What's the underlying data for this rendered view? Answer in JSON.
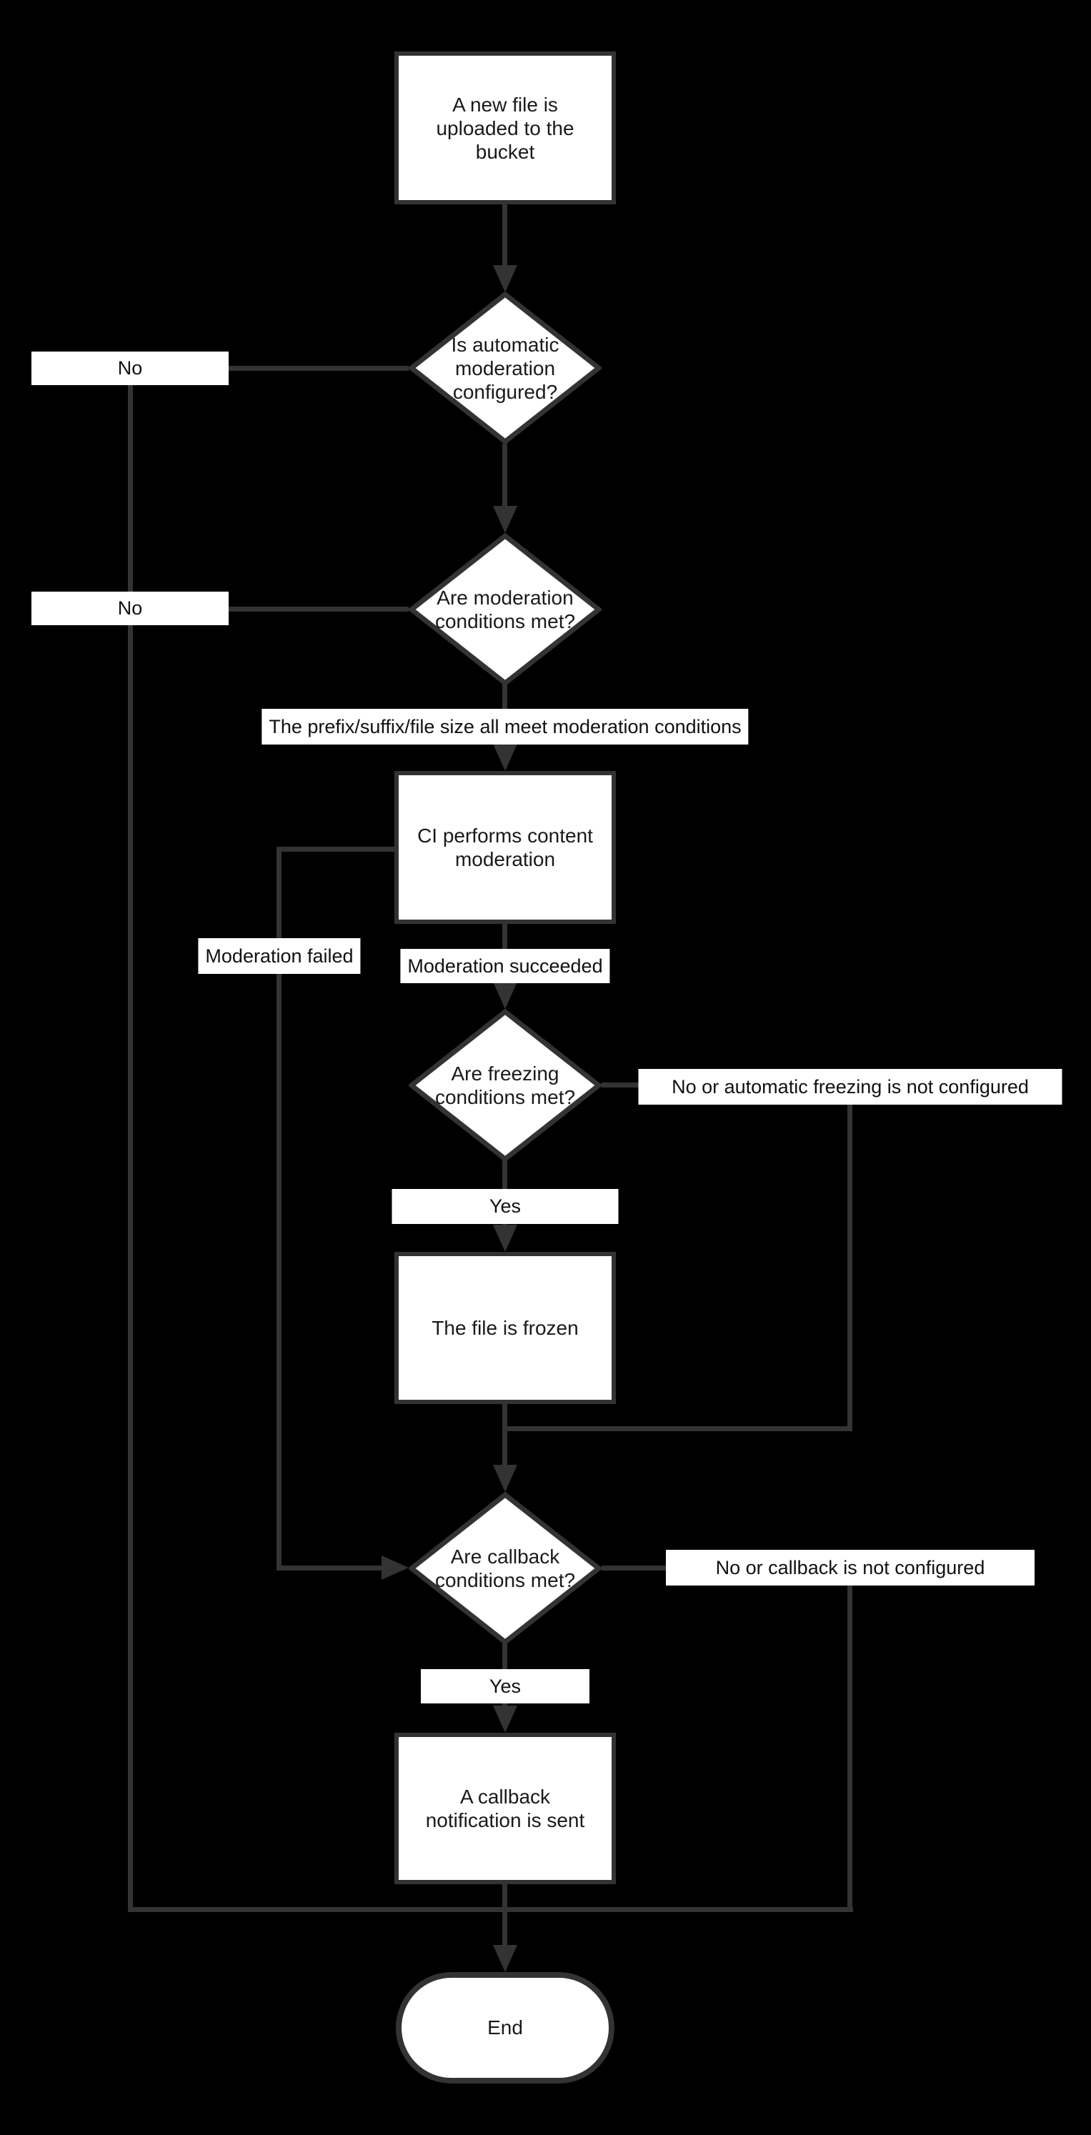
{
  "diagram": {
    "type": "flowchart",
    "background": "#000000",
    "colors": {
      "node_fill": "#ffffff",
      "node_border": "#333333",
      "connector": "#333333",
      "text": "#1a1a1a"
    }
  },
  "nodes": {
    "start": {
      "label": "A new file is\nuploaded to the\nbucket"
    },
    "auto_mod": {
      "label": "Is automatic\nmoderation\nconfigured?"
    },
    "mod_cond": {
      "label": "Are moderation\nconditions met?"
    },
    "ci": {
      "label": "CI performs content\nmoderation"
    },
    "freezing": {
      "label": "Are freezing\nconditions met?"
    },
    "frozen": {
      "label": "The file is frozen"
    },
    "callback": {
      "label": "Are callback\nconditions met?"
    },
    "callback_sent": {
      "label": "A callback\nnotification is sent"
    },
    "end": {
      "label": "End"
    }
  },
  "edge_labels": {
    "no1": "No",
    "no2": "No",
    "prefix": "The prefix/suffix/file size all meet moderation conditions",
    "failed": "Moderation failed",
    "succeeded": "Moderation succeeded",
    "no_freezing": "No or automatic freezing is not configured",
    "yes_freezing": "Yes",
    "no_callback": "No or callback is not configured",
    "yes_callback": "Yes"
  }
}
